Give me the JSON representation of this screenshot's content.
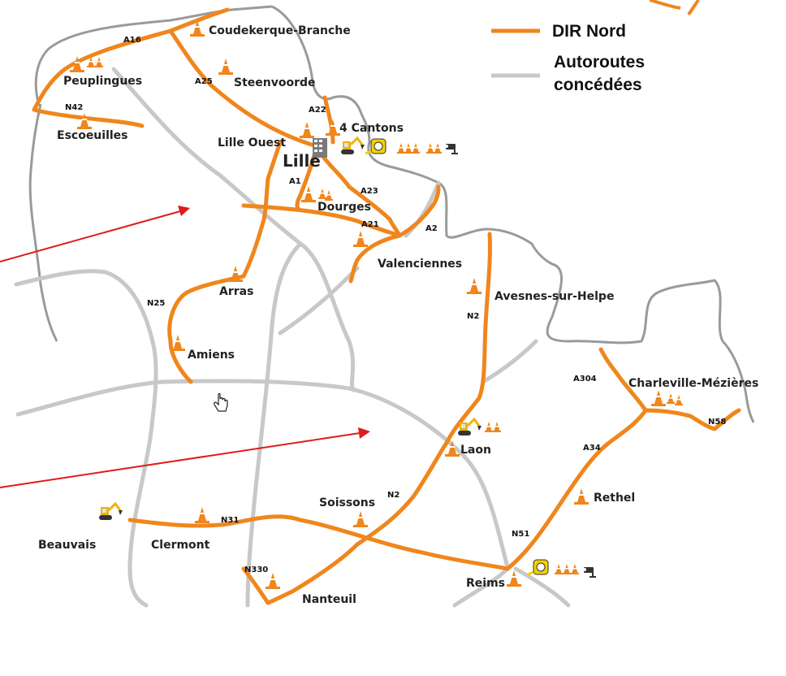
{
  "legend": {
    "dir_nord": "DIR Nord",
    "autoroutes_line1": "Autoroutes",
    "autoroutes_line2": "concédées"
  },
  "colors": {
    "dir_road": "#f0861c",
    "autoroute": "#c8c8c8",
    "border": "#9a9a9a",
    "cone": "#f0861c",
    "arrow": "#e01b1b"
  },
  "cities": {
    "coudekerque": "Coudekerque-Branche",
    "peuplingues": "Peuplingues",
    "steenvoorde": "Steenvoorde",
    "escoeuilles": "Escoeuilles",
    "lille_ouest": "Lille Ouest",
    "quatre_cantons": "4 Cantons",
    "lille": "Lille",
    "dourges": "Dourges",
    "valenciennes": "Valenciennes",
    "arras": "Arras",
    "avesnes": "Avesnes-sur-Helpe",
    "amiens": "Amiens",
    "charleville": "Charleville-Mézières",
    "laon": "Laon",
    "rethel": "Rethel",
    "soissons": "Soissons",
    "beauvais": "Beauvais",
    "clermont": "Clermont",
    "reims": "Reims",
    "nanteuil": "Nanteuil"
  },
  "roads": {
    "a16": "A16",
    "a25": "A25",
    "n42": "N42",
    "a22": "A22",
    "a1": "A1",
    "a23": "A23",
    "a21": "A21",
    "a2": "A2",
    "n25_north": "N25",
    "n2_north": "N2",
    "a304": "A304",
    "n58": "N58",
    "a34": "A34",
    "n2_south": "N2",
    "n31": "N31",
    "n51": "N51",
    "n330": "N330"
  },
  "icons": [
    "traffic-cone-icon",
    "excavator-icon",
    "measuring-tape-icon",
    "traffic-camera-icon",
    "control-center-icon",
    "hand-cursor-icon"
  ]
}
